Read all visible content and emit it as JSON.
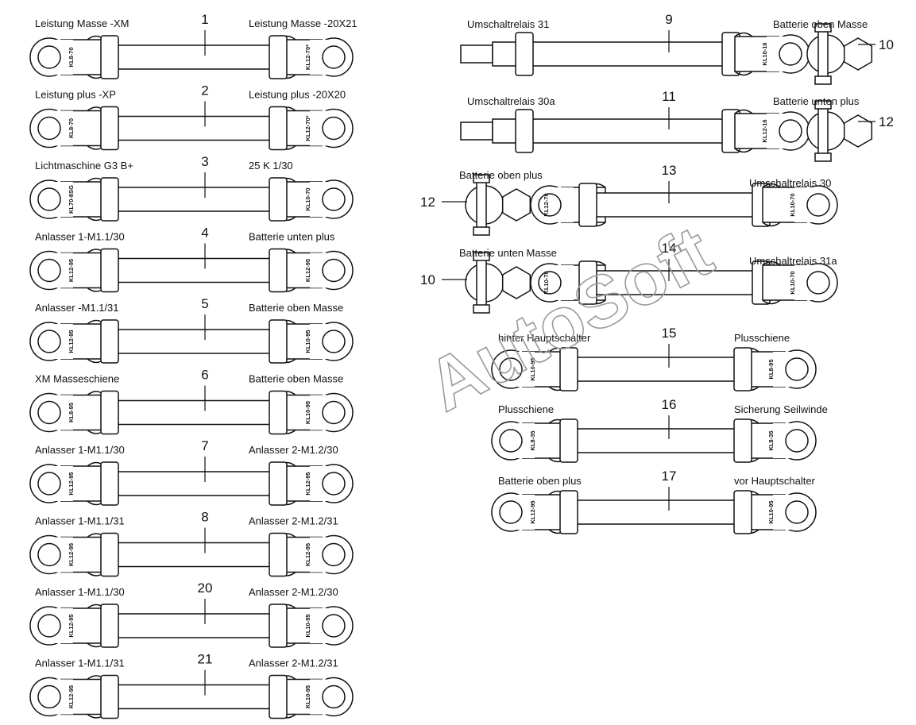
{
  "watermark": "AutoSoft",
  "left_cables": [
    {
      "num": "1",
      "left": "Leistung Masse -XM",
      "right": "Leistung Masse -20X21",
      "code_l": "KL8-70",
      "code_r": "KL12-70*"
    },
    {
      "num": "2",
      "left": "Leistung plus -XP",
      "right": "Leistung plus -20X20",
      "code_l": "KL8-70",
      "code_r": "KL12-70*"
    },
    {
      "num": "3",
      "left": "Lichtmaschine G3 B+",
      "right": "25 K 1/30",
      "code_l": "KL70-8SG",
      "code_r": "KL10-70"
    },
    {
      "num": "4",
      "left": "Anlasser 1-M1.1/30",
      "right": "Batterie unten plus",
      "code_l": "KL12-95",
      "code_r": "KL12-95"
    },
    {
      "num": "5",
      "left": "Anlasser -M1.1/31",
      "right": "Batterie oben Masse",
      "code_l": "KL12-95",
      "code_r": "KL10-95"
    },
    {
      "num": "6",
      "left": "XM Masseschiene",
      "right": "Batterie oben Masse",
      "code_l": "KL8-95",
      "code_r": "KL10-95"
    },
    {
      "num": "7",
      "left": "Anlasser 1-M1.1/30",
      "right": "Anlasser 2-M1.2/30",
      "code_l": "KL12-95",
      "code_r": "KL12-95"
    },
    {
      "num": "8",
      "left": "Anlasser 1-M1.1/31",
      "right": "Anlasser 2-M1.2/31",
      "code_l": "KL12-95",
      "code_r": "KL12-95"
    },
    {
      "num": "20",
      "left": "Anlasser 1-M1.1/30",
      "right": "Anlasser 2-M1.2/30",
      "code_l": "KL12-95",
      "code_r": "KL10-95"
    },
    {
      "num": "21",
      "left": "Anlasser 1-M1.1/31",
      "right": "Anlasser 2-M1.2/31",
      "code_l": "KL12-95",
      "code_r": "KL10-95"
    }
  ],
  "right_cables_a": [
    {
      "num": "9",
      "left": "Umschaltrelais 31",
      "right": "Batterie oben Masse",
      "code": "KL10-16",
      "clamp_num": "10"
    },
    {
      "num": "11",
      "left": "Umschaltrelais 30a",
      "right": "Batterie unten plus",
      "code": "KL12-16",
      "clamp_num": "12"
    }
  ],
  "right_cables_b": [
    {
      "num": "13",
      "left": "Batterie oben plus",
      "right": "Umschaltrelais 30",
      "code_l": "KL12-70",
      "code_r": "KL10-70",
      "clamp_num": "12"
    },
    {
      "num": "14",
      "left": "Batterie unten Masse",
      "right": "Umschaltrelais 31a",
      "code_l": "KL10-70",
      "code_r": "KL10-70",
      "clamp_num": "10"
    }
  ],
  "right_cables_c": [
    {
      "num": "15",
      "left": "hinter Hauptschalter",
      "right": "Plusschiene",
      "code_l": "KL10-95",
      "code_r": "KL8-95"
    },
    {
      "num": "16",
      "left": "Plusschiene",
      "right": "Sicherung Seilwinde",
      "code_l": "KL8-35",
      "code_r": "KL8-35"
    },
    {
      "num": "17",
      "left": "Batterie oben plus",
      "right": "vor Hauptschalter",
      "code_l": "KL12-95",
      "code_r": "KL10-95"
    }
  ]
}
